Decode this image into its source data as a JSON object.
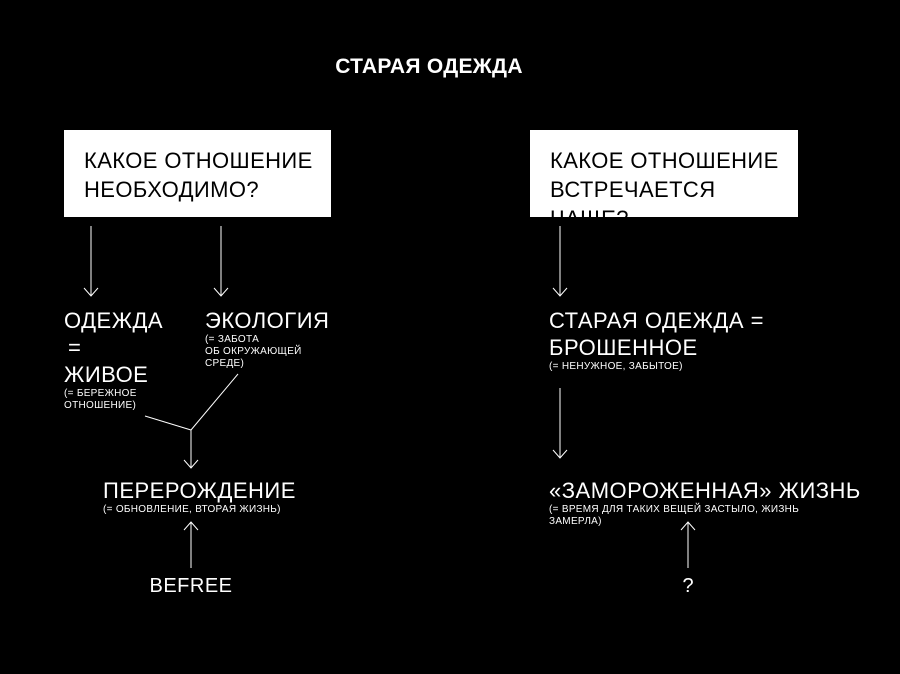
{
  "title": "СТАРАЯ ОДЕЖДА",
  "left": {
    "question_line1": "КАКОЕ ОТНОШЕНИЕ",
    "question_line2": "НЕОБХОДИМО?",
    "node_clothes_line1": "ОДЕЖДА",
    "node_clothes_line2": "=",
    "node_clothes_line3": "ЖИВОЕ",
    "node_clothes_note_line1": "(= БЕРЕЖНОЕ",
    "node_clothes_note_line2": "ОТНОШЕНИЕ)",
    "node_ecology": "ЭКОЛОГИЯ",
    "node_ecology_note_line1": "(= ЗАБОТА",
    "node_ecology_note_line2": "ОБ ОКРУЖАЮЩЕЙ",
    "node_ecology_note_line3": "СРЕДЕ)",
    "node_rebirth": "ПЕРЕРОЖДЕНИЕ",
    "node_rebirth_note": "(= ОБНОВЛЕНИЕ, ВТОРАЯ ЖИЗНЬ)",
    "source": "BEFREE"
  },
  "right": {
    "question_line1": "КАКОЕ ОТНОШЕНИЕ",
    "question_line2": "ВСТРЕЧАЕТСЯ ЧАЩЕ?",
    "node_old_line1": "СТАРАЯ ОДЕЖДА =",
    "node_old_line2": "БРОШЕННОЕ",
    "node_old_note": "(= НЕНУЖНОЕ, ЗАБЫТОЕ)",
    "node_frozen": "«ЗАМОРОЖЕННАЯ» ЖИЗНЬ",
    "node_frozen_note_line1": "(= ВРЕМЯ ДЛЯ ТАКИХ ВЕЩЕЙ ЗАСТЫЛО, ЖИЗНЬ",
    "node_frozen_note_line2": "ЗАМЕРЛА)",
    "source": "?"
  },
  "colors": {
    "background": "#000000",
    "foreground": "#ffffff",
    "box_text": "#000000"
  }
}
